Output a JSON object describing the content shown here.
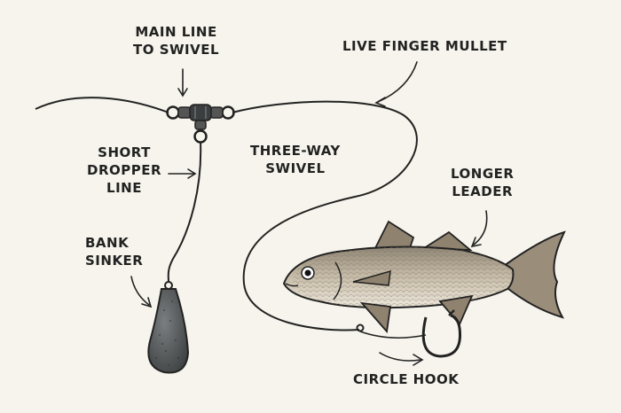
{
  "labels": {
    "main_line_to_swivel": [
      "MAIN LINE",
      "TO SWIVEL"
    ],
    "live_finger_mullet": "LIVE FINGER MULLET",
    "short_dropper_line": [
      "SHORT",
      "DROPPER",
      "LINE"
    ],
    "three_way_swivel": [
      "THREE-WAY",
      "SWIVEL"
    ],
    "longer_leader": [
      "LONGER",
      "LEADER"
    ],
    "bank_sinker": [
      "BANK",
      "SINKER"
    ],
    "circle_hook": "CIRCLE HOOK"
  },
  "colors": {
    "background": "#f6f4ec",
    "ink": "#222222",
    "sinker": "#55595a",
    "fish_body": "#b8ac98",
    "fish_belly": "#e8e2d4",
    "fish_fin": "#8f826f"
  }
}
